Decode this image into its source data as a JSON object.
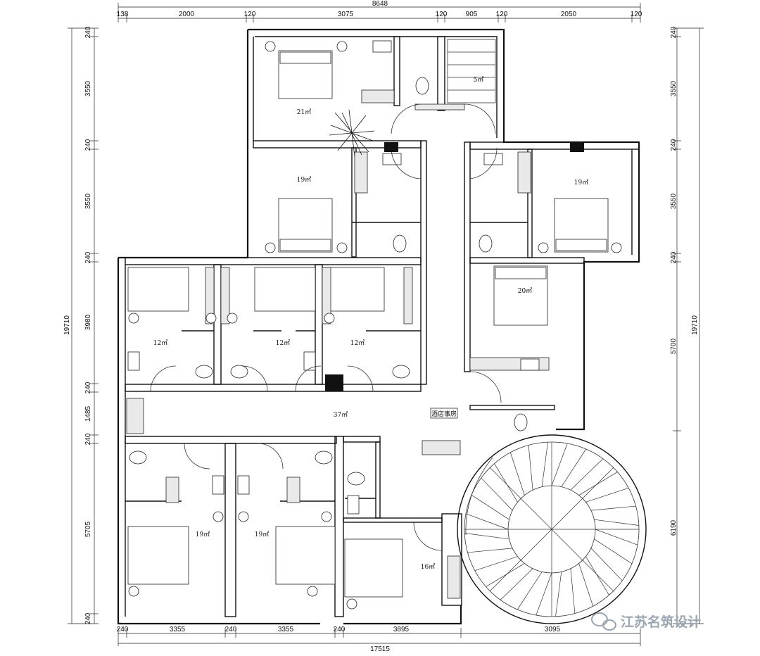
{
  "dimensions": {
    "top_total": "8648",
    "top_segments": [
      "138",
      "2000",
      "120",
      "3075",
      "120",
      "905",
      "120",
      "2050",
      "120"
    ],
    "bottom_segments": [
      "240",
      "3355",
      "240",
      "3355",
      "240",
      "3895",
      "3095"
    ],
    "bottom_total": "17515",
    "left_segments": [
      "240",
      "3550",
      "240",
      "3550",
      "240",
      "3980",
      "240",
      "1485",
      "240",
      "5705",
      "240"
    ],
    "left_total": "19710",
    "right_segments": [
      "240",
      "3550",
      "240",
      "3550",
      "240",
      "5700",
      "6190"
    ],
    "right_total": "19710"
  },
  "rooms": {
    "suite_top_left": "21㎡",
    "storage_top": "5㎡",
    "suite_mid_left": "19㎡",
    "suite_mid_right": "19㎡",
    "room_a": "12㎡",
    "room_b": "12㎡",
    "room_c": "12㎡",
    "suite_right": "20㎡",
    "corridor": "37㎡",
    "office": "酒店事房",
    "suite_bl1": "19㎡",
    "suite_bl2": "19㎡",
    "suite_bottom": "16㎡"
  },
  "watermark": {
    "text": "江苏名筑设计"
  }
}
